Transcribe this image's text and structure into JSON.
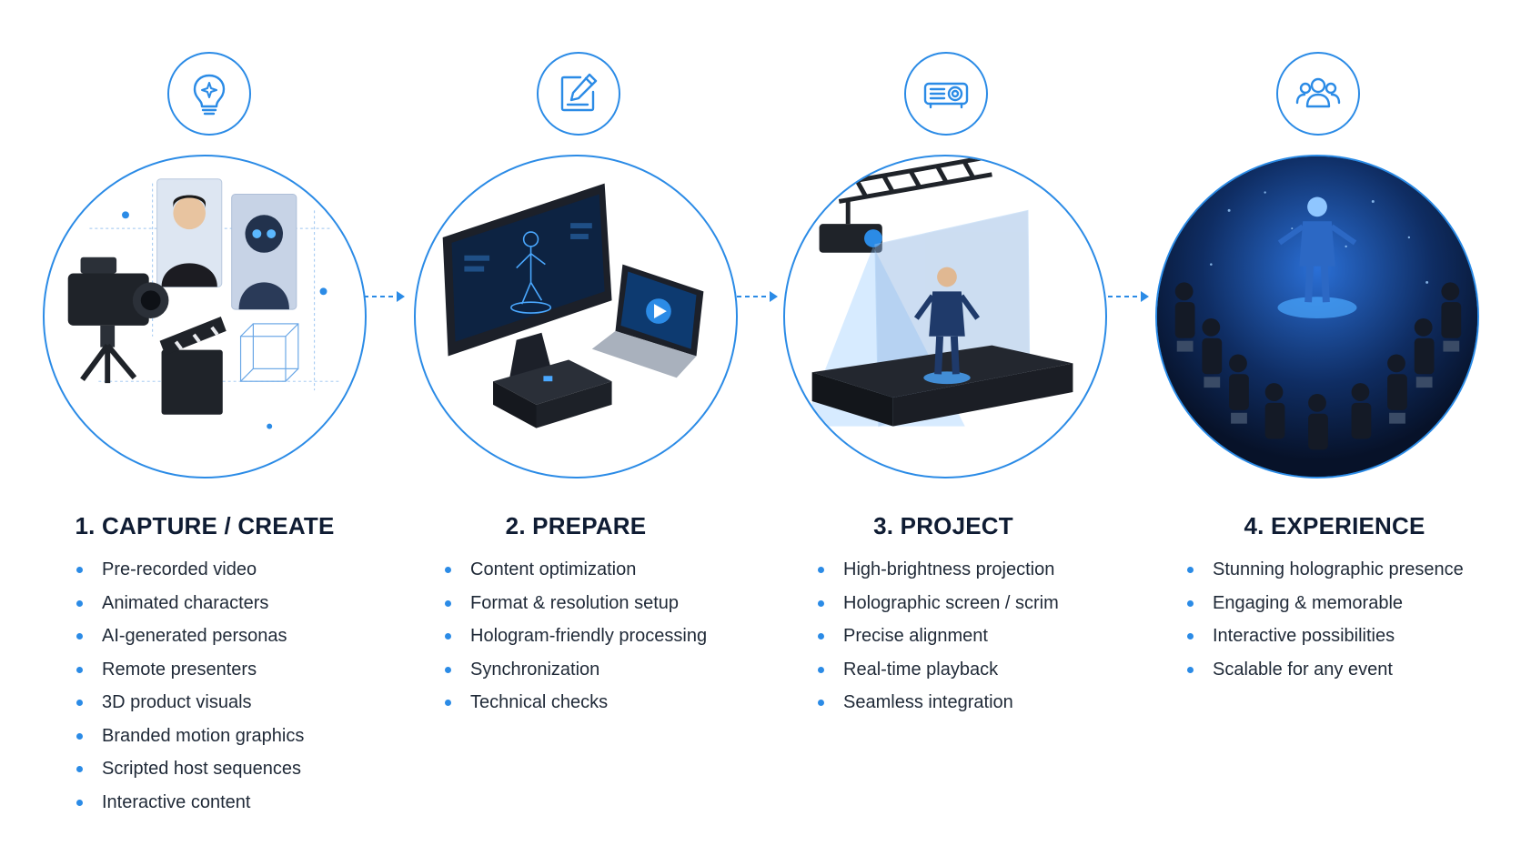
{
  "colors": {
    "accent": "#2b8be6",
    "title": "#0f1c33",
    "text": "#1f2937",
    "dark_scene": "#0b1a38"
  },
  "steps": [
    {
      "icon": "lightbulb-icon",
      "title": "1. CAPTURE / CREATE",
      "items": [
        "Pre-recorded video",
        "Animated characters",
        "AI-generated personas",
        "Remote presenters",
        "3D product visuals",
        "Branded motion graphics",
        "Scripted host sequences",
        "Interactive content"
      ]
    },
    {
      "icon": "edit-icon",
      "title": "2. PREPARE",
      "items": [
        "Content optimization",
        "Format & resolution setup",
        "Hologram-friendly processing",
        "Synchronization",
        "Technical checks"
      ]
    },
    {
      "icon": "projector-icon",
      "title": "3. PROJECT",
      "items": [
        "High-brightness projection",
        "Holographic screen / scrim",
        "Precise alignment",
        "Real-time playback",
        "Seamless integration"
      ]
    },
    {
      "icon": "audience-icon",
      "title": "4. EXPERIENCE",
      "items": [
        "Stunning holographic presence",
        "Engaging & memorable",
        "Interactive possibilities",
        "Scalable for any event"
      ]
    }
  ]
}
